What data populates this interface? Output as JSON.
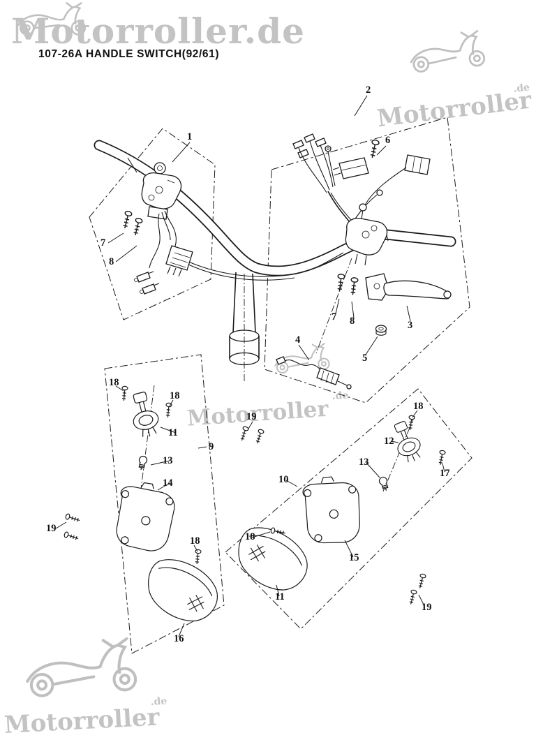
{
  "title": "107-26A  HANDLE SWITCH(92/61)",
  "watermark": {
    "full": "Motorroller.de",
    "name": "Motorroller",
    "de": ".de"
  },
  "diagram": {
    "labels": [
      {
        "part": "1"
      },
      {
        "part": "2"
      },
      {
        "part": "6"
      },
      {
        "part": "7"
      },
      {
        "part": "8"
      },
      {
        "part": "3"
      },
      {
        "part": "7"
      },
      {
        "part": "8"
      },
      {
        "part": "5"
      },
      {
        "part": "4"
      },
      {
        "part": "18"
      },
      {
        "part": "18"
      },
      {
        "part": "11"
      },
      {
        "part": "9"
      },
      {
        "part": "13"
      },
      {
        "part": "14"
      },
      {
        "part": "19"
      },
      {
        "part": "10"
      },
      {
        "part": "18"
      },
      {
        "part": "12"
      },
      {
        "part": "13"
      },
      {
        "part": "17"
      },
      {
        "part": "15"
      },
      {
        "part": "18"
      },
      {
        "part": "18"
      },
      {
        "part": "16"
      },
      {
        "part": "19"
      },
      {
        "part": "11"
      },
      {
        "part": "19"
      }
    ]
  }
}
